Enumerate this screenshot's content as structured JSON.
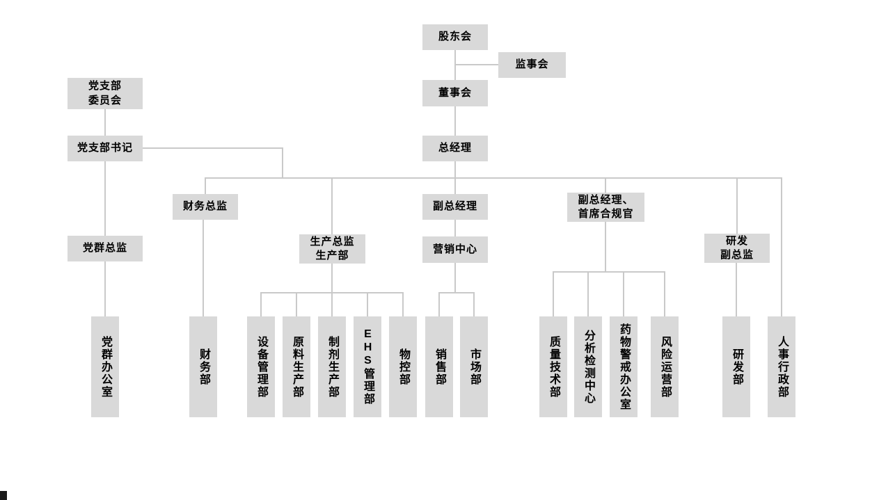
{
  "diagram": {
    "type": "org-chart",
    "colors": {
      "node_background": "#d9d9d9",
      "node_text": "#000000",
      "connector": "#c9c9c9",
      "page_background": "#ffffff"
    },
    "nodes": {
      "shareholders_meeting": {
        "label": "股东会"
      },
      "supervisory_board": {
        "label": "监事会"
      },
      "board_of_directors": {
        "label": "董事会"
      },
      "general_manager": {
        "label": "总经理"
      },
      "party_branch_committee": {
        "label": "党支部\n委员会"
      },
      "party_branch_secretary": {
        "label": "党支部书记"
      },
      "finance_director": {
        "label": "财务总监"
      },
      "production_director": {
        "label": "生产总监\n生产部"
      },
      "deputy_general_manager": {
        "label": "副总经理"
      },
      "marketing_center": {
        "label": "营销中心"
      },
      "deputy_gm_chief_compliance_officer": {
        "label": "副总经理、\n首席合规官"
      },
      "rd_deputy_director": {
        "label": "研发\n副总监"
      },
      "party_mass_director": {
        "label": "党群总监"
      },
      "party_mass_office": {
        "label": "党群办公室"
      },
      "finance_dept": {
        "label": "财务部"
      },
      "equipment_management_dept": {
        "label": "设备管理部"
      },
      "raw_material_production_dept": {
        "label": "原料生产部"
      },
      "preparation_production_dept": {
        "label": "制剂生产部"
      },
      "ehs_management_dept": {
        "label": "EHS管理部"
      },
      "material_control_dept": {
        "label": "物控部"
      },
      "sales_dept": {
        "label": "销售部"
      },
      "market_dept": {
        "label": "市场部"
      },
      "quality_technology_dept": {
        "label": "质量技术部"
      },
      "analysis_testing_center": {
        "label": "分析检测中心"
      },
      "pharmacovigilance_office": {
        "label": "药物警戒办公室"
      },
      "risk_operations_dept": {
        "label": "风险运营部"
      },
      "rd_dept": {
        "label": "研发部"
      },
      "hr_admin_dept": {
        "label": "人事行政部"
      }
    }
  }
}
